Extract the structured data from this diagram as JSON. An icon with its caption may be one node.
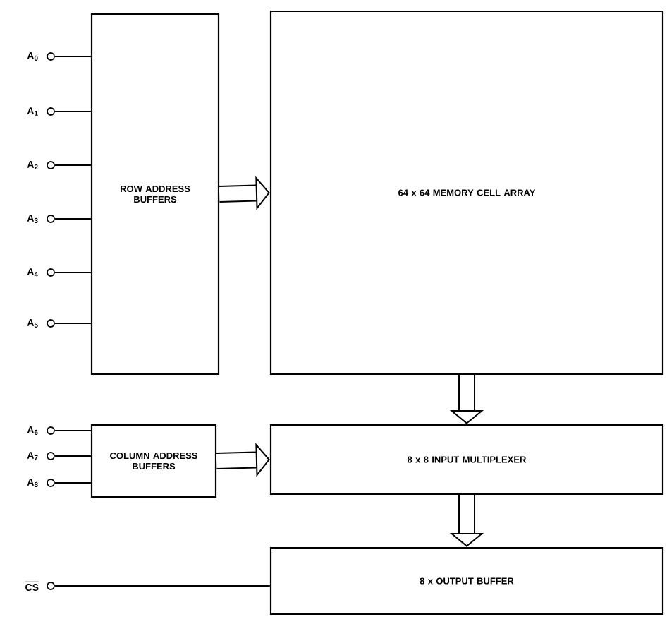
{
  "diagram": {
    "nodes": [
      {
        "text": [
          "ROW ADDRESS BUFFERS"
        ]
      },
      {
        "text": [
          "64 x 64 MEMORY CELL ARRAY"
        ]
      },
      {
        "text": [
          "COLUMN ADDRESS BUFFERS"
        ]
      },
      {
        "text": [
          "8 x 8 INPUT MULTIPLEXER"
        ]
      },
      {
        "text": [
          "8 x OUTPUT BUFFER"
        ]
      },
      {
        "text": [],
        "shape": "circle",
        "beside": [
          "A$_{0}$"
        ]
      },
      {
        "text": [],
        "shape": "circle",
        "beside": [
          "A$_{1}$"
        ]
      },
      {
        "text": [],
        "shape": "circle",
        "beside": [
          "A$_{2}$"
        ]
      },
      {
        "text": [],
        "shape": "circle",
        "beside": [
          "A$_{3}$"
        ]
      },
      {
        "text": [],
        "shape": "circle",
        "beside": [
          "A$_{4}$"
        ]
      },
      {
        "text": [],
        "shape": "circle",
        "beside": [
          "A$_{5}$"
        ]
      },
      {
        "text": [],
        "shape": "circle",
        "beside": [
          "A$_{6}$"
        ]
      },
      {
        "text": [],
        "shape": "circle",
        "beside": [
          "A$_{7}$"
        ]
      },
      {
        "text": [],
        "shape": "circle",
        "beside": [
          "A$_{8}$"
        ]
      },
      {
        "text": [],
        "shape": "circle",
        "beside": [
          "CS"
        ]
      }
    ],
    "edges": [
      {
        "from": 5,
        "to": 0,
        "arrow": "none"
      },
      {
        "from": 6,
        "to": 0,
        "arrow": "none"
      },
      {
        "from": 7,
        "to": 0,
        "arrow": "none"
      },
      {
        "from": 8,
        "to": 0,
        "arrow": "none"
      },
      {
        "from": 9,
        "to": 0,
        "arrow": "none"
      },
      {
        "from": 10,
        "to": 0,
        "arrow": "none"
      },
      {
        "from": 11,
        "to": 2,
        "arrow": "none"
      },
      {
        "from": 12,
        "to": 2,
        "arrow": "none"
      },
      {
        "from": 13,
        "to": 2,
        "arrow": "none"
      },
      {
        "from": 14,
        "to": 4,
        "arrow": "none"
      },
      {
        "from": 0,
        "to": 1,
        "arrow": "to",
        "style": "thick"
      },
      {
        "from": 1,
        "to": 3,
        "arrow": "to",
        "style": "thick"
      },
      {
        "from": 2,
        "to": 3,
        "arrow": "to",
        "style": "thick"
      },
      {
        "from": 3,
        "to": 4,
        "arrow": "to",
        "style": "thick"
      }
    ]
  }
}
